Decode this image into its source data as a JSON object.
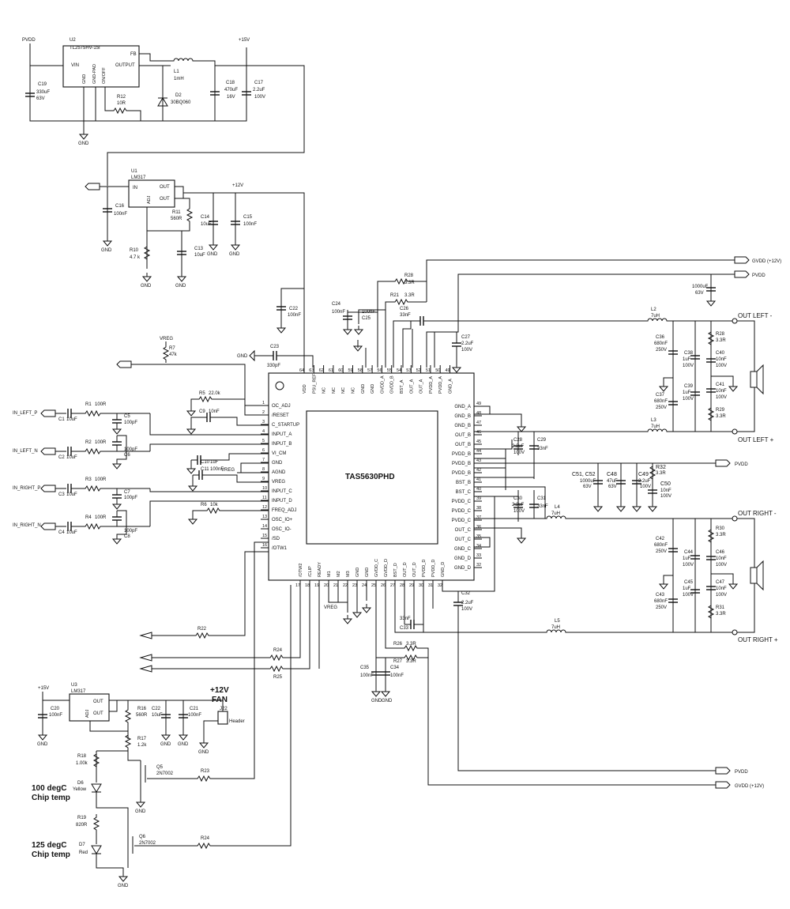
{
  "title": "",
  "ic": {
    "main": "TAS5630PHD",
    "u2_ref": "U2",
    "u2_part": "TL2575HV-15I",
    "u2_vin": "VIN",
    "u2_gnd": "GND",
    "u2_gndpad": "GND-PAD",
    "u2_onoff": "ON/OFF",
    "u2_output": "OUTPUT",
    "u2_fb": "FB",
    "u1_ref": "U1",
    "u1_part": "LM317",
    "u1_in": "IN",
    "u1_out1": "OUT",
    "u1_out2": "OUT",
    "u1_adj": "ADJ",
    "u3_ref": "U3",
    "u3_part": "LM317",
    "u3_out1": "OUT",
    "u3_out2": "OUT",
    "u3_adj": "ADJ"
  },
  "power": {
    "pvdd": "PVDD",
    "p15v": "+15V",
    "p12v": "+12V",
    "gnd": "GND",
    "vreg": "VREG",
    "gvdd12": "GVDD (+12V)",
    "gvdd12b": "GVDD (+12V)"
  },
  "parts": {
    "C19": "C19",
    "C19v": "330uF",
    "C19v2": "63V",
    "R12": "R12",
    "R12v": "10R",
    "L1": "L1",
    "L1v": "1mH",
    "D2": "D2",
    "D2v": "30BQ060",
    "C18": "C18",
    "C18v": "470uF",
    "C18v2": "16V",
    "C17": "C17",
    "C17v": "2.2uF",
    "C17v2": "100V",
    "C16": "C16",
    "C16v": "100nF",
    "R11": "R11",
    "R11v": "560R",
    "R10": "R10",
    "R10v": "4.7 k",
    "C14": "C14",
    "C14v": "10uF",
    "C15": "C15",
    "C15v": "100nF",
    "C13": "C13",
    "C13v": "10uF",
    "C22": "C22",
    "C22v": "100nF",
    "R7": "R7",
    "R7v": "47k",
    "C23": "C23",
    "C23v": "330pF",
    "R5": "R5",
    "R5v": "22.0k",
    "C9": "C9",
    "C9v": "10nF",
    "C10": "C10",
    "C10v": "1uF",
    "C11": "C11",
    "C11v": "100nF",
    "R6": "R6",
    "R6v": "10k",
    "R1": "R1",
    "R2": "R2",
    "R3": "R3",
    "R4": "R4",
    "R100": "100R",
    "C1": "C1",
    "C2": "C2",
    "C3": "C3",
    "C4": "C4",
    "Cin": "10uF",
    "C5": "C5",
    "C6": "C6",
    "C7": "C7",
    "C8": "C8",
    "Cf": "100pF",
    "R28": "R28",
    "R21": "R21",
    "R3r3": "3.3R",
    "C24": "C24",
    "C24v": "100nF",
    "C25": "C25",
    "C25v": "100nF",
    "C26": "C26",
    "C26v": "33nF",
    "C27": "C27",
    "C27v": "2.2uF",
    "C27v2": "100V",
    "Cbulk": "1000uF",
    "Cbulk2": "63V",
    "L2": "L2",
    "L3": "L3",
    "L4": "L4",
    "L5": "L5",
    "Lv": "7uH",
    "C36": "C36",
    "C37": "C37",
    "C42": "C42",
    "C43": "C43",
    "C680": "680nF",
    "C250": "250V",
    "C38": "C38",
    "C39": "C39",
    "C44": "C44",
    "C45": "C45",
    "C1u": "1uF",
    "C100v": "100V",
    "C40": "C40",
    "C41": "C41",
    "C46": "C46",
    "C47": "C47",
    "C10n": "10nF",
    "R29": "R29",
    "R28b": "R28",
    "R30": "R30",
    "R31": "R31",
    "C28": "C28",
    "C29": "C29",
    "C30": "C30",
    "C31": "C31",
    "C28v": "2.2uF",
    "C29v": "33nF",
    "C5152": "C51, C52",
    "C48": "C48",
    "C48v": "47uF",
    "C49": "C49",
    "C49v": "2.2uF",
    "C50": "C50",
    "C50v": "10nF",
    "R32": "R32",
    "C32": "C32",
    "C33": "C33",
    "C33v": "33nF",
    "R26": "R26",
    "R27": "R27",
    "C35": "C35",
    "C34": "C34",
    "C100n": "100nF",
    "R22": "R22",
    "R24": "R24",
    "R25": "R25",
    "C20": "C20",
    "C20v": "100nF",
    "R16": "R16",
    "R16v": "560R",
    "C22b": "C22",
    "C22bv": "10uF",
    "C21": "C21",
    "C21v": "100nF",
    "R17": "R17",
    "R17v": "1.2k",
    "J22": "J22",
    "J22v": "Header",
    "R18": "R18",
    "R18v": "1.00k",
    "Q5": "Q5",
    "Q5v": "2N7002",
    "R23": "R23",
    "D6": "D6",
    "D6v": "Yellow",
    "R19": "R19",
    "R19v": "820R",
    "Q6": "Q6",
    "Q6v": "2N7002",
    "D7": "D7",
    "D7v": "Red",
    "R24b": "R24"
  },
  "nets": {
    "in_left_p": "IN_LEFT_P",
    "in_left_n": "IN_LEFT_N",
    "in_right_p": "IN_RIGHT_P",
    "in_right_n": "IN_RIGHT_N",
    "out_left_m": "OUT LEFT -",
    "out_left_p": "OUT LEFT +",
    "out_right_m": "OUT RIGHT -",
    "out_right_p": "OUT RIGHT +",
    "fan1": "+12V",
    "fan2": "FAN",
    "temp100a": "100 degC",
    "temp100b": "Chip temp",
    "temp125a": "125 degC",
    "temp125b": "Chip temp"
  },
  "pins_left": [
    {
      "n": "1",
      "name": "OC_ADJ"
    },
    {
      "n": "2",
      "name": "/RESET"
    },
    {
      "n": "3",
      "name": "C_STARTUP"
    },
    {
      "n": "4",
      "name": "INPUT_A"
    },
    {
      "n": "5",
      "name": "INPUT_B"
    },
    {
      "n": "6",
      "name": "VI_CM"
    },
    {
      "n": "7",
      "name": "GND"
    },
    {
      "n": "8",
      "name": "AGND"
    },
    {
      "n": "9",
      "name": "VREG"
    },
    {
      "n": "10",
      "name": "INPUT_C"
    },
    {
      "n": "11",
      "name": "INPUT_D"
    },
    {
      "n": "12",
      "name": "FREQ_ADJ"
    },
    {
      "n": "13",
      "name": "OSC_IO+"
    },
    {
      "n": "14",
      "name": "OSC_IO-"
    },
    {
      "n": "15",
      "name": "/SD"
    },
    {
      "n": "16",
      "name": "/OTW1"
    }
  ],
  "pins_right": [
    {
      "n": "49",
      "name": "GND_A"
    },
    {
      "n": "48",
      "name": "GND_B"
    },
    {
      "n": "47",
      "name": "GND_B"
    },
    {
      "n": "46",
      "name": "OUT_B"
    },
    {
      "n": "45",
      "name": "OUT_B"
    },
    {
      "n": "44",
      "name": "PVDD_B"
    },
    {
      "n": "43",
      "name": "PVDD_B"
    },
    {
      "n": "42",
      "name": "PVDD_B"
    },
    {
      "n": "41",
      "name": "BST_B"
    },
    {
      "n": "40",
      "name": "BST_C"
    },
    {
      "n": "39",
      "name": "PVDD_C"
    },
    {
      "n": "38",
      "name": "PVDD_C"
    },
    {
      "n": "37",
      "name": "PVDD_C"
    },
    {
      "n": "36",
      "name": "OUT_C"
    },
    {
      "n": "35",
      "name": "OUT_C"
    },
    {
      "n": "34",
      "name": "GND_C"
    },
    {
      "n": "33",
      "name": "GND_D"
    },
    {
      "n": "32",
      "name": "GND_D"
    }
  ],
  "pins_top": [
    {
      "n": "64",
      "name": "VDD"
    },
    {
      "n": "63",
      "name": "PSU_REF"
    },
    {
      "n": "62",
      "name": "NC"
    },
    {
      "n": "61",
      "name": "NC"
    },
    {
      "n": "60",
      "name": "NC"
    },
    {
      "n": "59",
      "name": "NC"
    },
    {
      "n": "58",
      "name": "GND"
    },
    {
      "n": "57",
      "name": "GND"
    },
    {
      "n": "56",
      "name": "GVDD_A"
    },
    {
      "n": "55",
      "name": "GVDD_B"
    },
    {
      "n": "54",
      "name": "BST_A"
    },
    {
      "n": "53",
      "name": "OUT_A"
    },
    {
      "n": "52",
      "name": "OUT_A"
    },
    {
      "n": "51",
      "name": "PVDD_A"
    },
    {
      "n": "50",
      "name": "PVDD_A"
    },
    {
      "n": "49",
      "name": "GND_A"
    }
  ],
  "pins_bottom": [
    {
      "n": "17",
      "name": "/OTW2"
    },
    {
      "n": "18",
      "name": "/CLIP"
    },
    {
      "n": "19",
      "name": "READY"
    },
    {
      "n": "20",
      "name": "M1"
    },
    {
      "n": "21",
      "name": "M2"
    },
    {
      "n": "22",
      "name": "M3"
    },
    {
      "n": "23",
      "name": "GND"
    },
    {
      "n": "24",
      "name": "GND"
    },
    {
      "n": "25",
      "name": "GVDD_C"
    },
    {
      "n": "26",
      "name": "GVDD_D"
    },
    {
      "n": "27",
      "name": "BST_D"
    },
    {
      "n": "28",
      "name": "OUT_D"
    },
    {
      "n": "29",
      "name": "OUT_D"
    },
    {
      "n": "30",
      "name": "PVDD_D"
    },
    {
      "n": "31",
      "name": "PVDD_D"
    },
    {
      "n": "32",
      "name": "GND_D"
    }
  ]
}
